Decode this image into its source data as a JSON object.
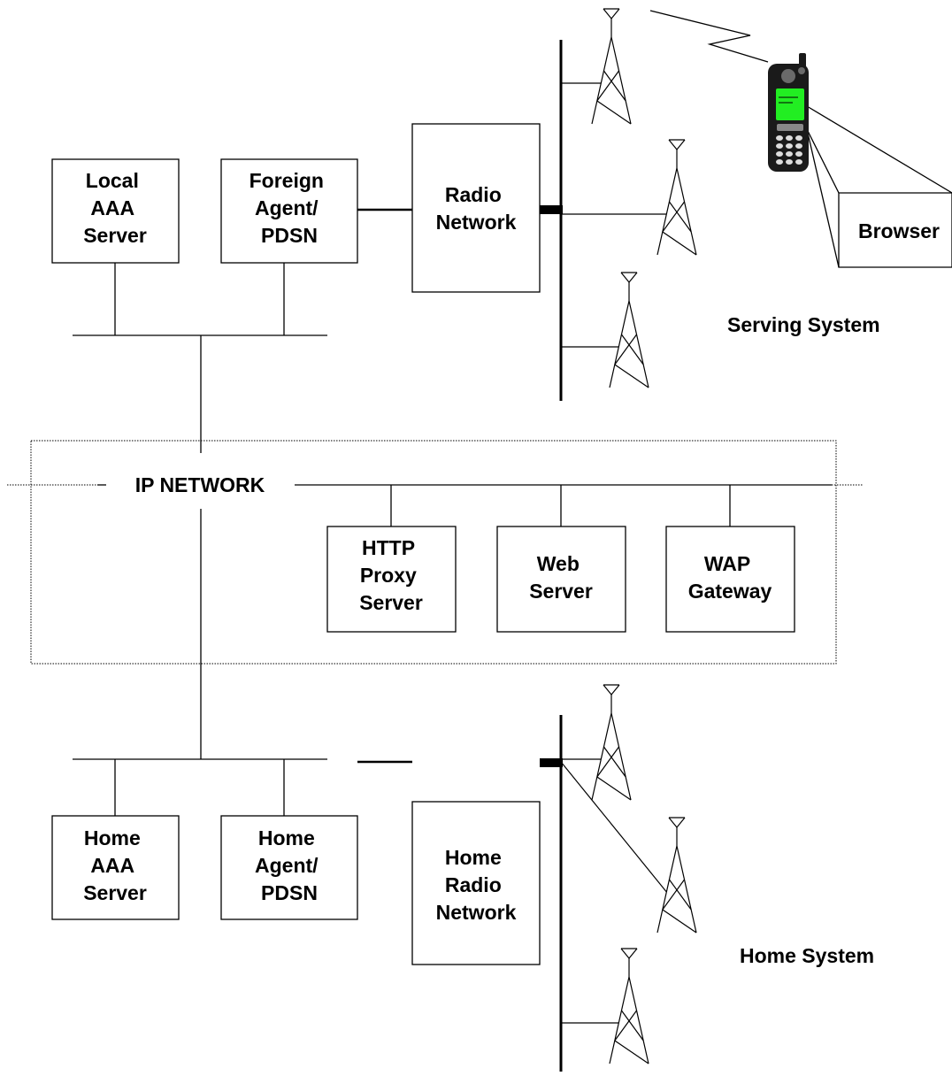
{
  "boxes": {
    "local_aaa": [
      "Local",
      "AAA",
      "Server"
    ],
    "foreign_agent": [
      "Foreign",
      "Agent/",
      "PDSN"
    ],
    "radio_network": [
      "Radio",
      "Network"
    ],
    "browser": [
      "Browser"
    ],
    "http_proxy": [
      "HTTP",
      "Proxy",
      "Server"
    ],
    "web_server": [
      "Web",
      "Server"
    ],
    "wap_gateway": [
      "WAP",
      "Gateway"
    ],
    "home_aaa": [
      "Home",
      "AAA",
      "Server"
    ],
    "home_agent": [
      "Home",
      "Agent/",
      "PDSN"
    ],
    "home_radio": [
      "Home",
      "Radio",
      "Network"
    ]
  },
  "labels": {
    "ip_network": "IP NETWORK",
    "serving_system": "Serving System",
    "home_system": "Home System"
  },
  "colors": {
    "line": "#000000",
    "phone_body": "#1a1a1a",
    "phone_screen": "#22ee22",
    "background": "#ffffff"
  },
  "icons": {
    "tower": "radio-tower-icon",
    "phone": "mobile-phone-icon"
  }
}
